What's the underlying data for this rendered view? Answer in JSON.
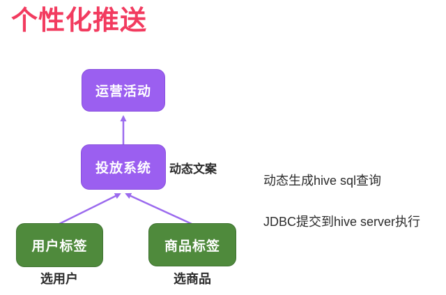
{
  "title": "个性化推送",
  "colors": {
    "background": "#FFFFFF",
    "title": "#F23B5F",
    "purple_box": "#9B5FF0",
    "purple_box_border": "#8850DD",
    "green_box": "#4F8A3C",
    "green_box_border": "#3E7230",
    "arrow": "#9B6AEE",
    "box_text": "#FFFFFF",
    "text": "#2B2B2B"
  },
  "diagram": {
    "nodes": [
      {
        "id": "operations-activity",
        "label": "运营活动",
        "type": "purple"
      },
      {
        "id": "delivery-system",
        "label": "投放系统",
        "type": "purple"
      },
      {
        "id": "user-tags",
        "label": "用户标签",
        "type": "green"
      },
      {
        "id": "product-tags",
        "label": "商品标签",
        "type": "green"
      }
    ],
    "labels": {
      "dynamic_copy": "动态文案",
      "select_user": "选用户",
      "select_product": "选商品"
    },
    "edges": [
      {
        "from": "delivery-system",
        "to": "operations-activity"
      },
      {
        "from": "user-tags",
        "to": "delivery-system"
      },
      {
        "from": "product-tags",
        "to": "delivery-system"
      }
    ]
  },
  "annotations": [
    "动态生成hive sql查询",
    "JDBC提交到hive server执行"
  ]
}
